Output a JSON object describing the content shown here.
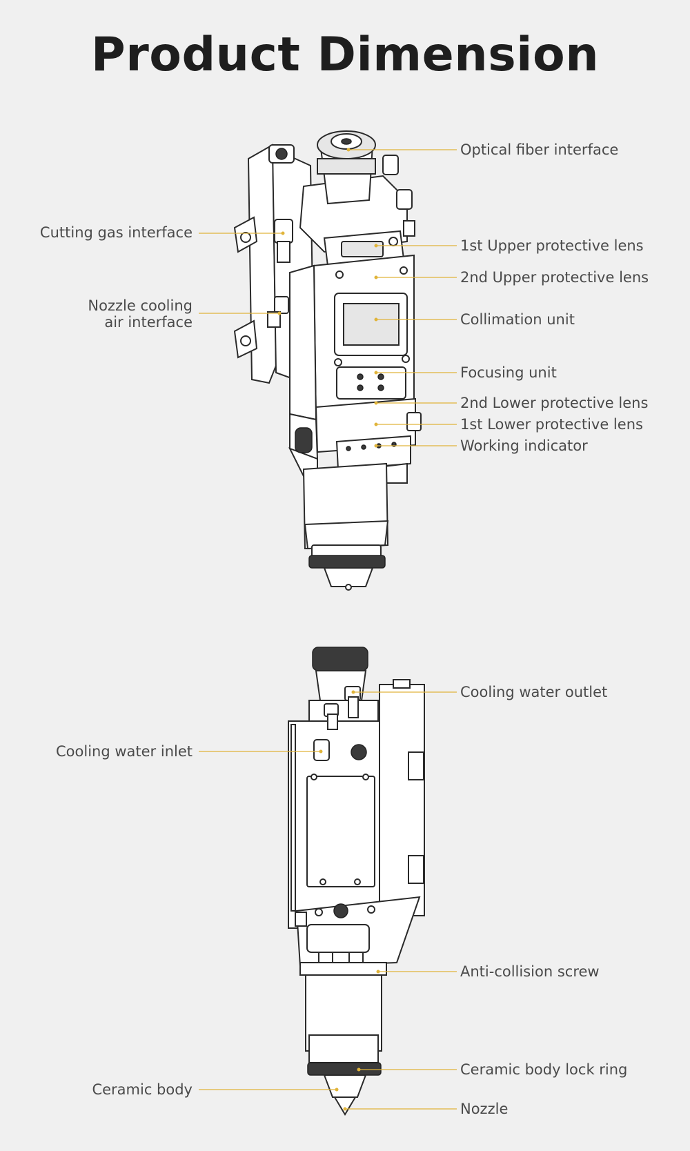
{
  "title": "Product Dimension",
  "accent_color": "#e0b43a",
  "top_view": {
    "labels": {
      "optical_fiber_interface": "Optical fiber interface",
      "cutting_gas_interface": "Cutting gas interface",
      "first_upper_protective_lens": "1st Upper protective lens",
      "second_upper_protective_lens": "2nd Upper protective lens",
      "nozzle_cooling_line1": "Nozzle cooling",
      "nozzle_cooling_line2": "air interface",
      "collimation_unit": "Collimation unit",
      "focusing_unit": "Focusing unit",
      "second_lower_protective_lens": "2nd Lower protective lens",
      "first_lower_protective_lens": "1st Lower protective lens",
      "working_indicator": "Working indicator"
    }
  },
  "bottom_view": {
    "labels": {
      "cooling_water_outlet": "Cooling water outlet",
      "cooling_water_inlet": "Cooling water inlet",
      "anti_collision_screw": "Anti-collision screw",
      "ceramic_body_lock_ring": "Ceramic body lock ring",
      "ceramic_body": "Ceramic body",
      "nozzle": "Nozzle"
    }
  }
}
